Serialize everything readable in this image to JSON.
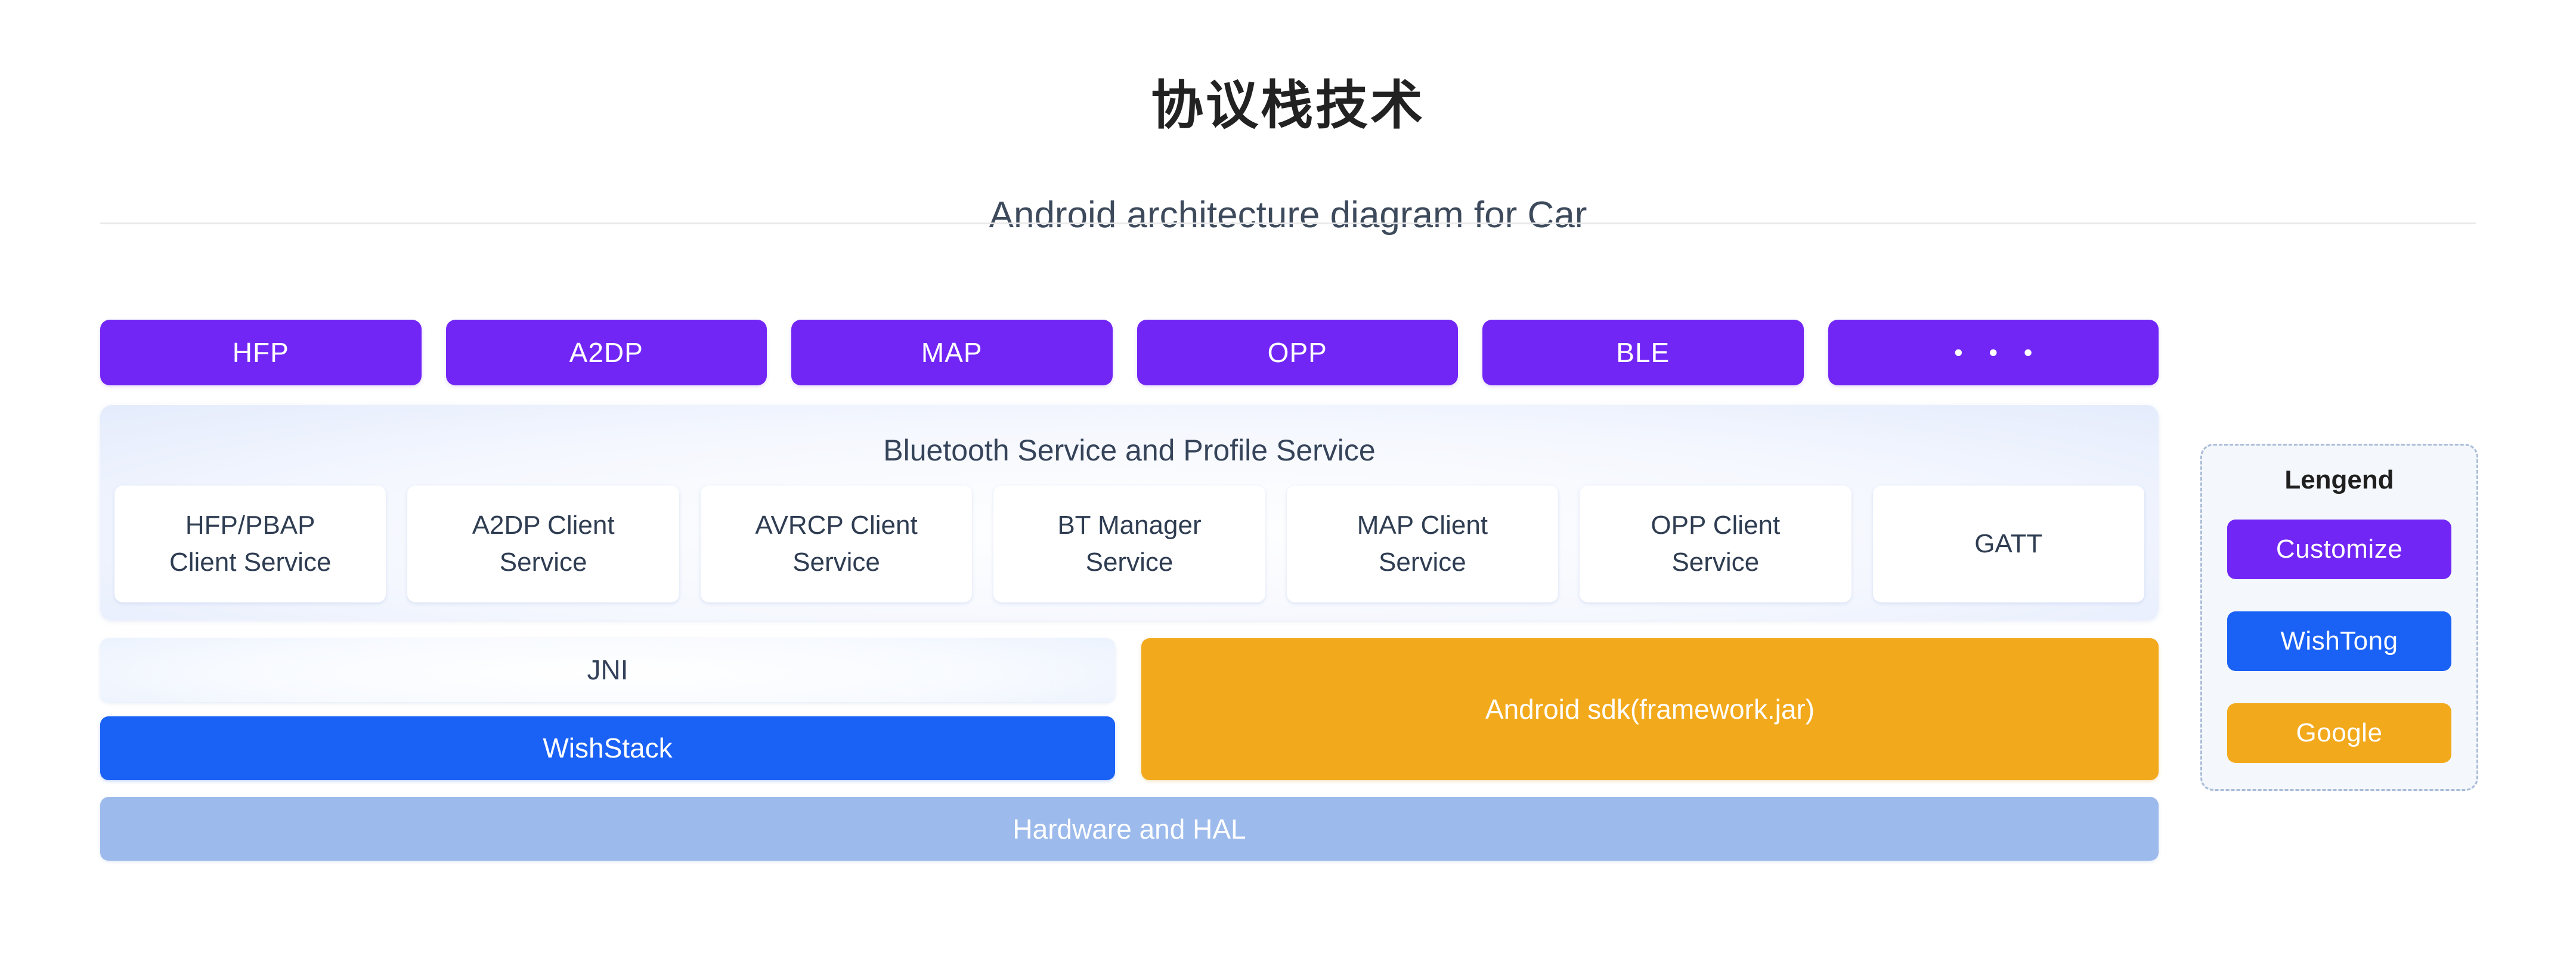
{
  "header": {
    "title": "协议栈技术",
    "subtitle": "Android architecture diagram for Car"
  },
  "protocols": [
    {
      "label": "HFP"
    },
    {
      "label": "A2DP"
    },
    {
      "label": "MAP"
    },
    {
      "label": "OPP"
    },
    {
      "label": "BLE"
    },
    {
      "label": "• • •"
    }
  ],
  "bluetooth_panel": {
    "title": "Bluetooth Service and Profile Service",
    "services": [
      {
        "line1": "HFP/PBAP",
        "line2": "Client Service"
      },
      {
        "line1": "A2DP Client",
        "line2": "Service"
      },
      {
        "line1": "AVRCP Client",
        "line2": "Service"
      },
      {
        "line1": "BT Manager",
        "line2": "Service"
      },
      {
        "line1": "MAP Client",
        "line2": "Service"
      },
      {
        "line1": "OPP Client",
        "line2": "Service"
      },
      {
        "line1": "GATT",
        "line2": ""
      }
    ]
  },
  "layers": {
    "jni": "JNI",
    "wishstack": "WishStack",
    "android_sdk": "Android sdk(framework.jar)",
    "hardware_hal": "Hardware and HAL"
  },
  "legend": {
    "title": "Lengend",
    "items": [
      {
        "label": "Customize",
        "color": "#7226f5"
      },
      {
        "label": "WishTong",
        "color": "#1a61f5"
      },
      {
        "label": "Google",
        "color": "#f2a91b"
      }
    ]
  },
  "colors": {
    "customize_purple": "#7226f5",
    "wishtong_blue": "#1a61f5",
    "google_orange": "#f2a91b",
    "hal_blue": "#9cbaeb",
    "panel_blue": "#b9ccf7",
    "text_dark": "#2f3d52"
  }
}
